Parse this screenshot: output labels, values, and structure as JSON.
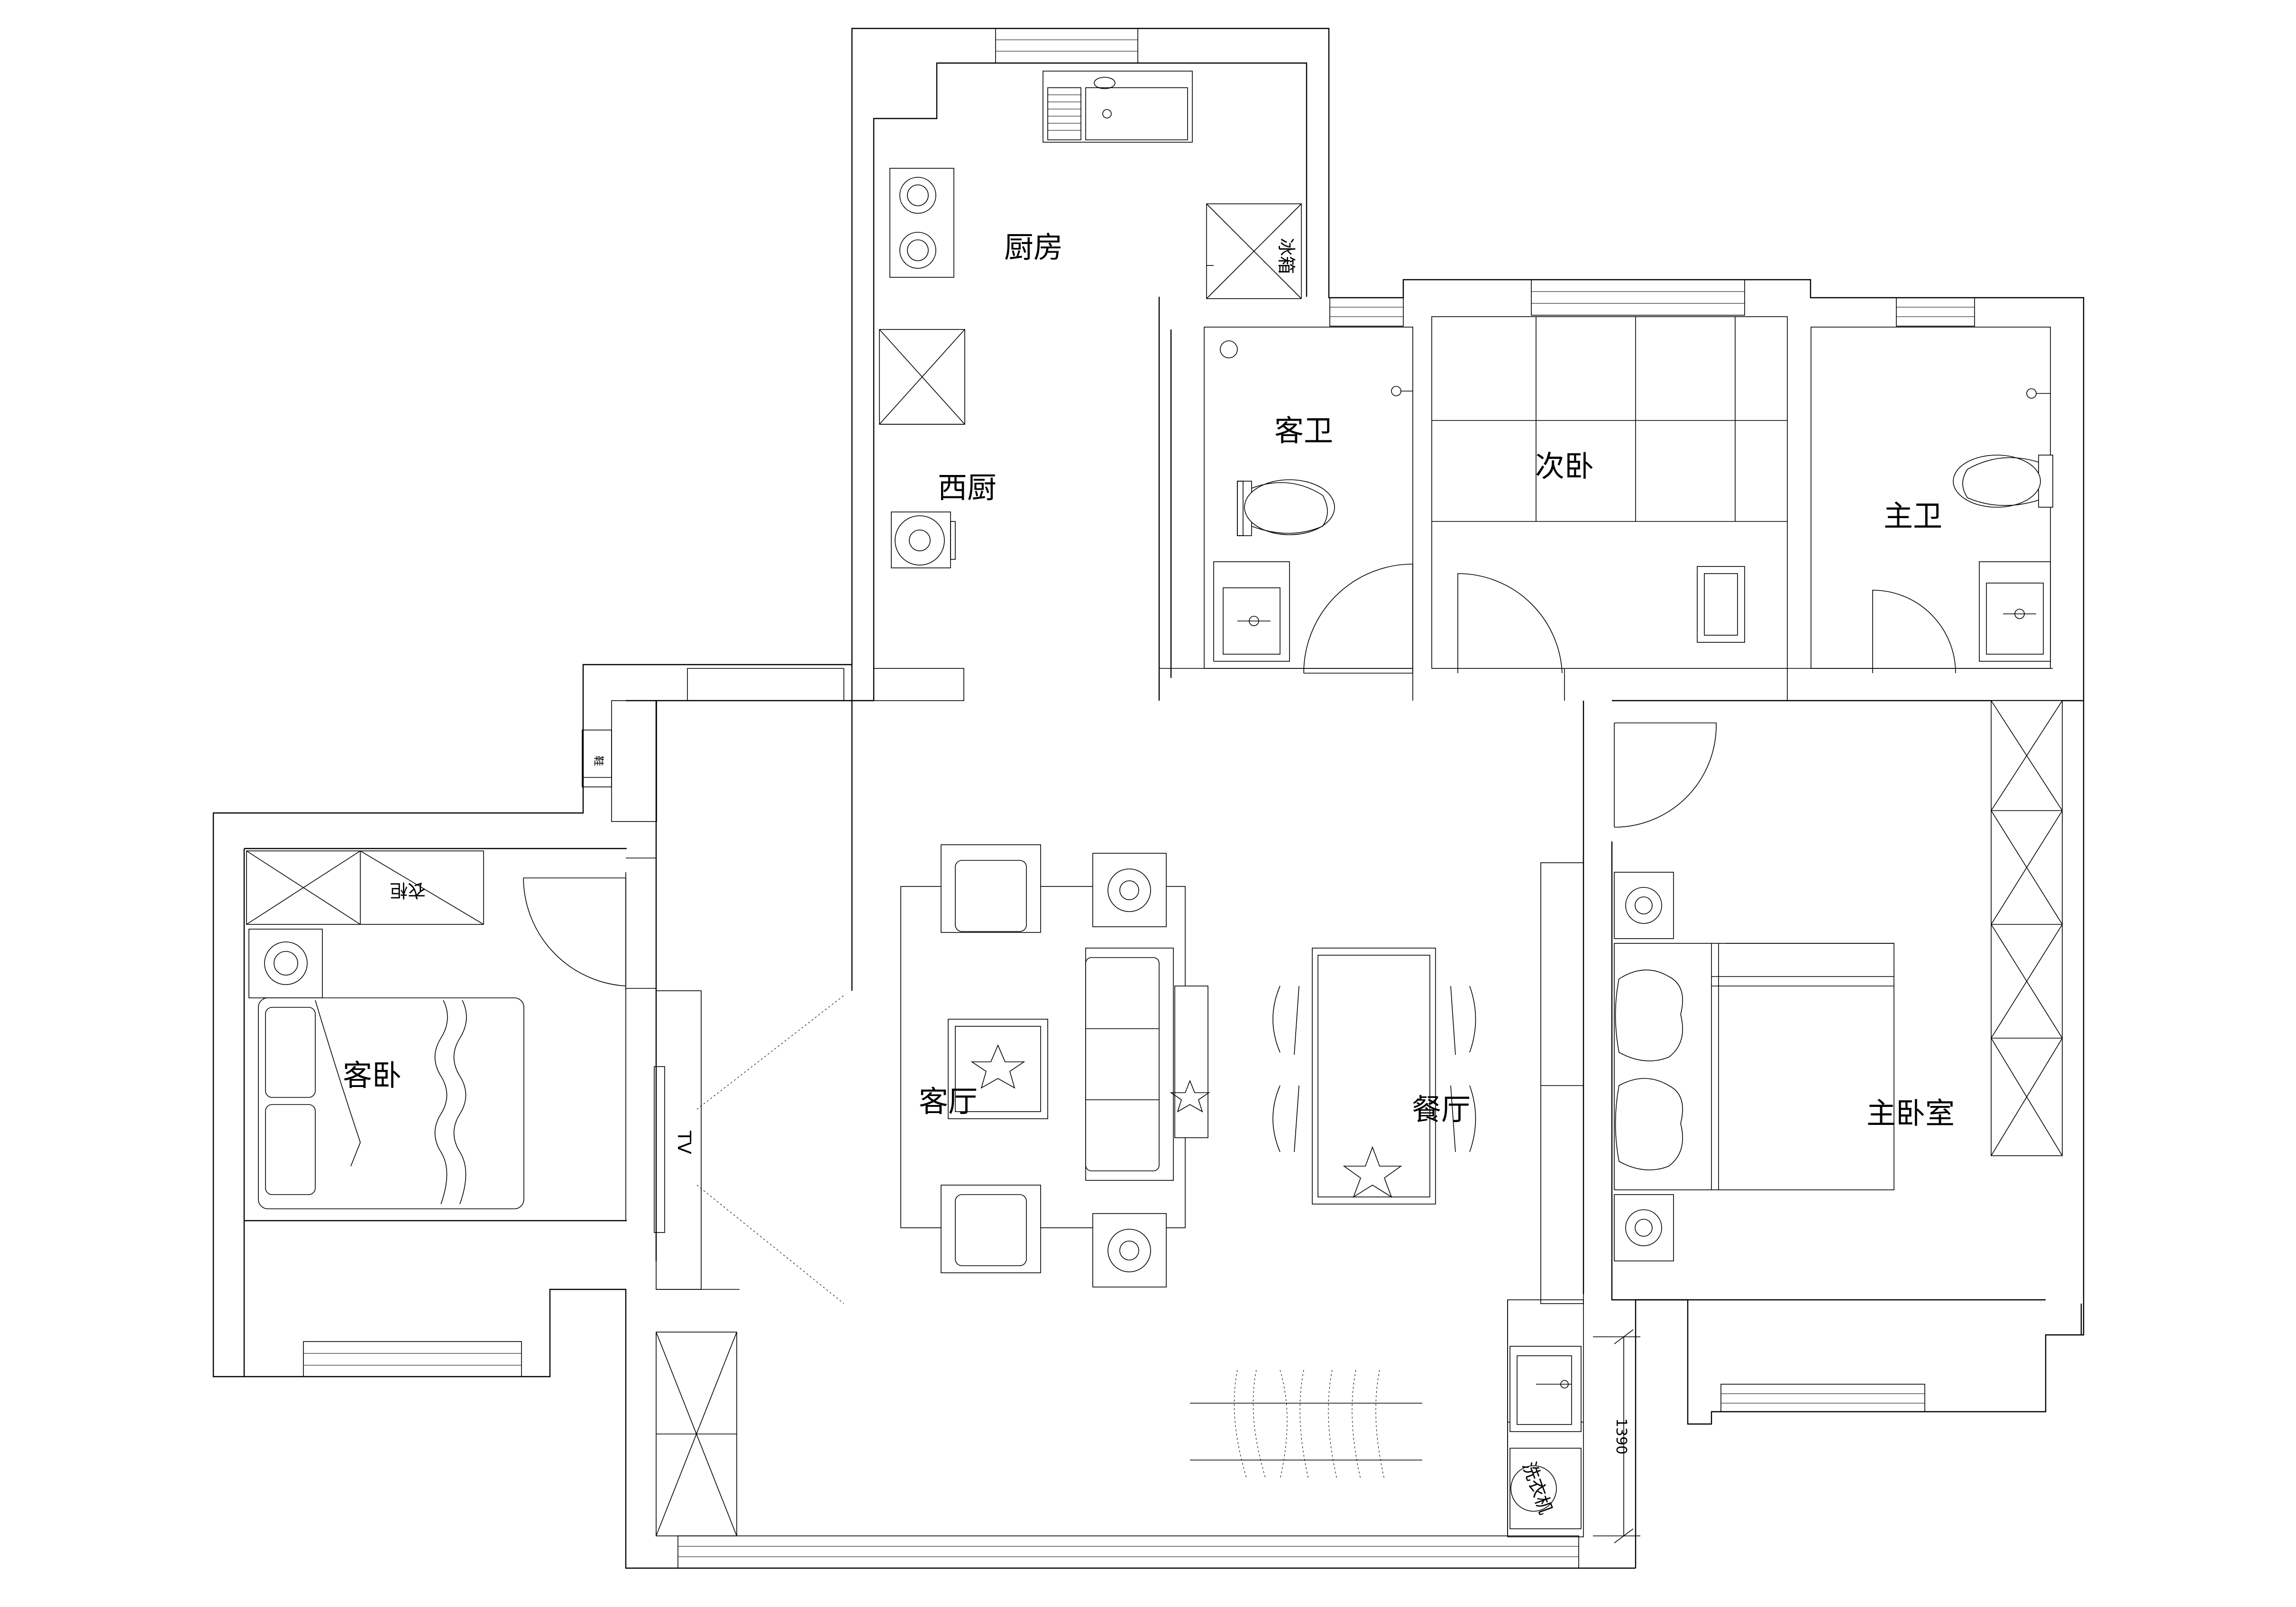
{
  "rooms": {
    "kitchen": "厨房",
    "western_kitchen": "西厨",
    "guest_bath": "客卫",
    "second_bedroom": "次卧",
    "master_bath": "主卫",
    "guest_bedroom": "客卧",
    "living_room": "客厅",
    "dining_room": "餐厅",
    "master_bedroom": "主卧室"
  },
  "fixtures": {
    "fridge": "冰箱",
    "wardrobe": "衣柜",
    "tv": "TV",
    "washer": "洗衣机",
    "small_tag": "鞋"
  },
  "dimension": "1390"
}
